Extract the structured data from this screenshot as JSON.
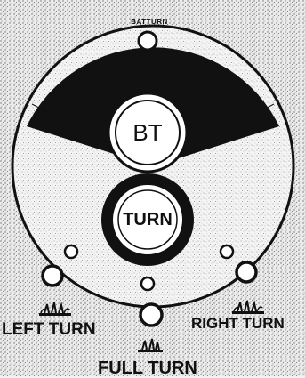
{
  "diagram": {
    "top_label": "BATTURN",
    "inner_top_label": "BT",
    "inner_bottom_label": "TURN",
    "left_label": "LEFT TURN",
    "right_label": "RIGHT TURN",
    "bottom_label": "FULL TURN",
    "colors": {
      "ink": "#111111",
      "background": "#f2f2f2",
      "paper": "#ffffff",
      "speckle": "#9a9a9a"
    },
    "icons": [
      "grass-tuft-icon",
      "grass-tuft-icon",
      "grass-tuft-icon"
    ]
  }
}
